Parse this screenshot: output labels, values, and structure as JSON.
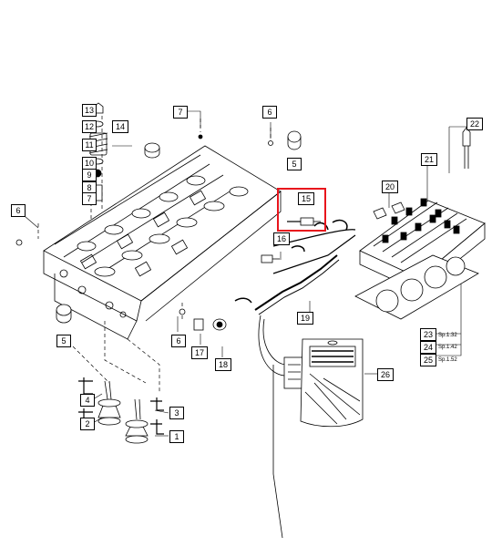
{
  "callouts": [
    {
      "id": "p13",
      "text": "13"
    },
    {
      "id": "p12",
      "text": "12"
    },
    {
      "id": "p11",
      "text": "11"
    },
    {
      "id": "p10",
      "text": "10"
    },
    {
      "id": "p9",
      "text": "9"
    },
    {
      "id": "p8",
      "text": "8"
    },
    {
      "id": "p7a",
      "text": "7"
    },
    {
      "id": "p7b",
      "text": "7"
    },
    {
      "id": "p14",
      "text": "14"
    },
    {
      "id": "p6a",
      "text": "6"
    },
    {
      "id": "p6b",
      "text": "6"
    },
    {
      "id": "p6c",
      "text": "6"
    },
    {
      "id": "p5a",
      "text": "5"
    },
    {
      "id": "p5b",
      "text": "5"
    },
    {
      "id": "p15",
      "text": "15"
    },
    {
      "id": "p16",
      "text": "16"
    },
    {
      "id": "p17",
      "text": "17"
    },
    {
      "id": "p18",
      "text": "18"
    },
    {
      "id": "p19",
      "text": "19"
    },
    {
      "id": "p20",
      "text": "20"
    },
    {
      "id": "p21",
      "text": "21"
    },
    {
      "id": "p22",
      "text": "22"
    },
    {
      "id": "p23",
      "text": "23"
    },
    {
      "id": "p24",
      "text": "24"
    },
    {
      "id": "p25",
      "text": "25"
    },
    {
      "id": "p26",
      "text": "26"
    },
    {
      "id": "p1",
      "text": "1"
    },
    {
      "id": "p2",
      "text": "2"
    },
    {
      "id": "p3",
      "text": "3"
    },
    {
      "id": "p4",
      "text": "4"
    }
  ],
  "references": [
    "Sp.1.32",
    "Sp.1.42",
    "Sp.1.52"
  ],
  "bag_text": "",
  "colors": {
    "line": "#000000",
    "highlight": "#e8141c",
    "background": "#ffffff"
  }
}
